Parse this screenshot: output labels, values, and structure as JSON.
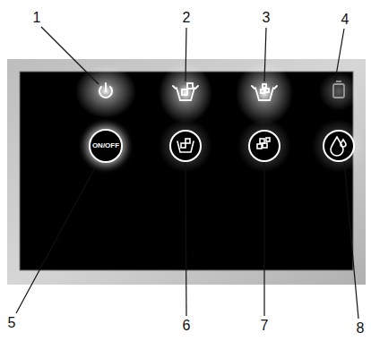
{
  "diagram": {
    "nodes": [
      {
        "text": [
          "ON/OFF"
        ]
      }
    ],
    "labels": [
      "1",
      "2",
      "3",
      "4",
      "5",
      "6",
      "7",
      "8"
    ]
  }
}
